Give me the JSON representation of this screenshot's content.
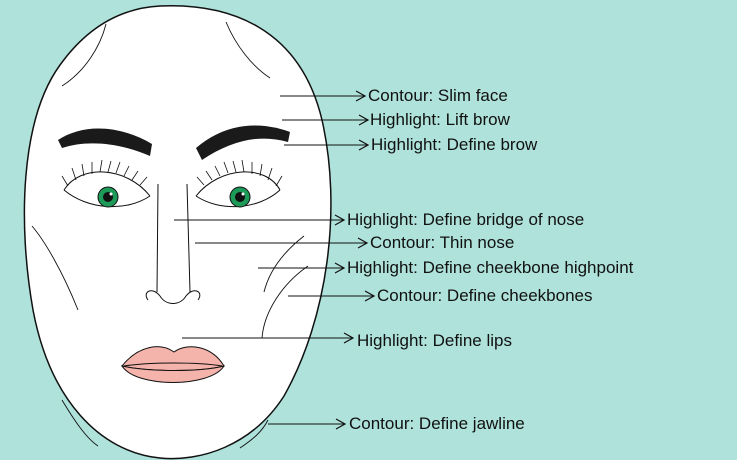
{
  "background_color": "#aee2da",
  "face_fill": "#ffffff",
  "brow_color": "#1a1a1a",
  "iris_color": "#1e9a58",
  "lip_color": "#f4b3ab",
  "labels": {
    "slim_face": "Contour: Slim face",
    "lift_brow": "Highlight: Lift brow",
    "define_brow": "Highlight: Define brow",
    "bridge_of_nose": "Highlight: Define bridge of nose",
    "thin_nose": "Contour: Thin nose",
    "cheekbone_highpoint": "Highlight: Define cheekbone highpoint",
    "define_cheekbones": "Contour: Define cheekbones",
    "define_lips": "Highlight: Define lips",
    "define_jawline": "Contour: Define jawline"
  }
}
